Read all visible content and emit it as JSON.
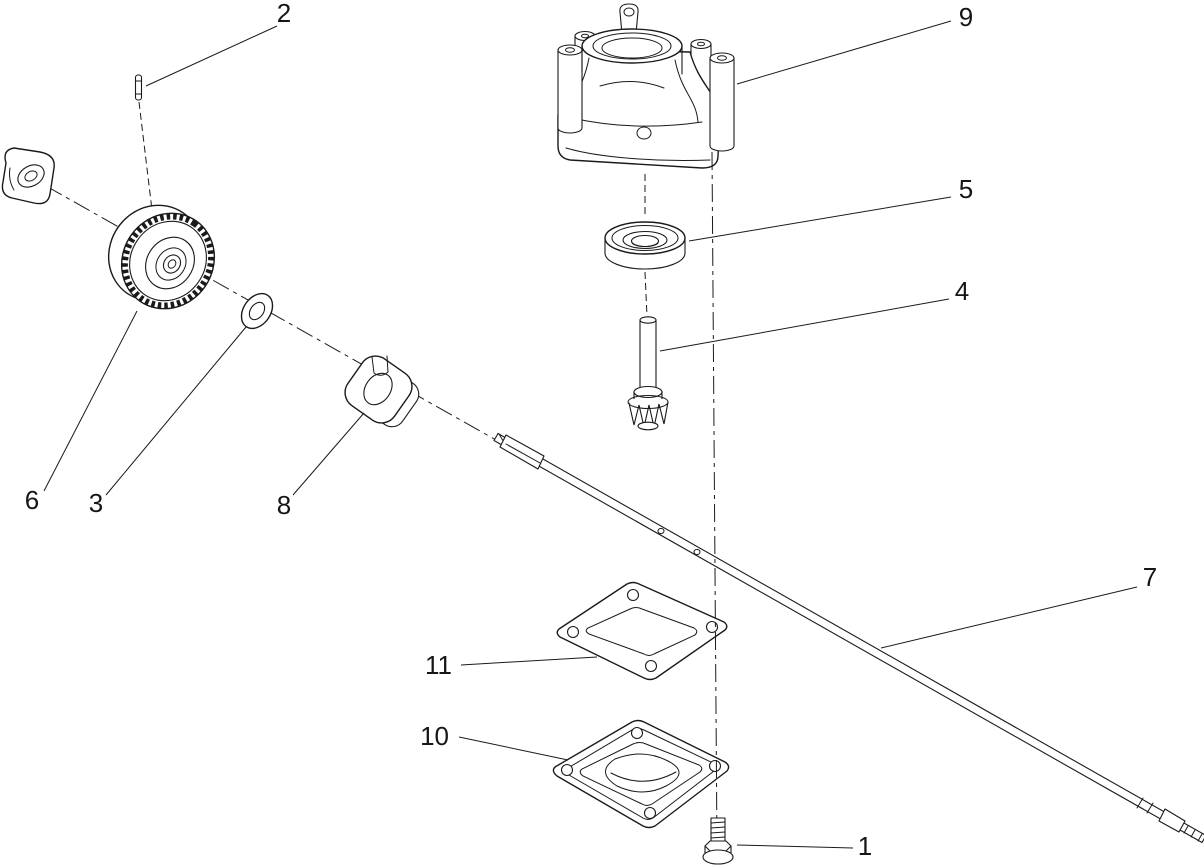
{
  "page": {
    "background_color": "#ffffff",
    "line_color": "#1a1a1a",
    "label_color": "#161616"
  },
  "diagram": {
    "type": "exploded-view-parts-diagram",
    "callouts": [
      {
        "label": "1"
      },
      {
        "label": "2"
      },
      {
        "label": "3"
      },
      {
        "label": "4"
      },
      {
        "label": "5"
      },
      {
        "label": "6"
      },
      {
        "label": "7"
      },
      {
        "label": "8"
      },
      {
        "label": "9"
      },
      {
        "label": "10"
      },
      {
        "label": "11"
      }
    ]
  }
}
